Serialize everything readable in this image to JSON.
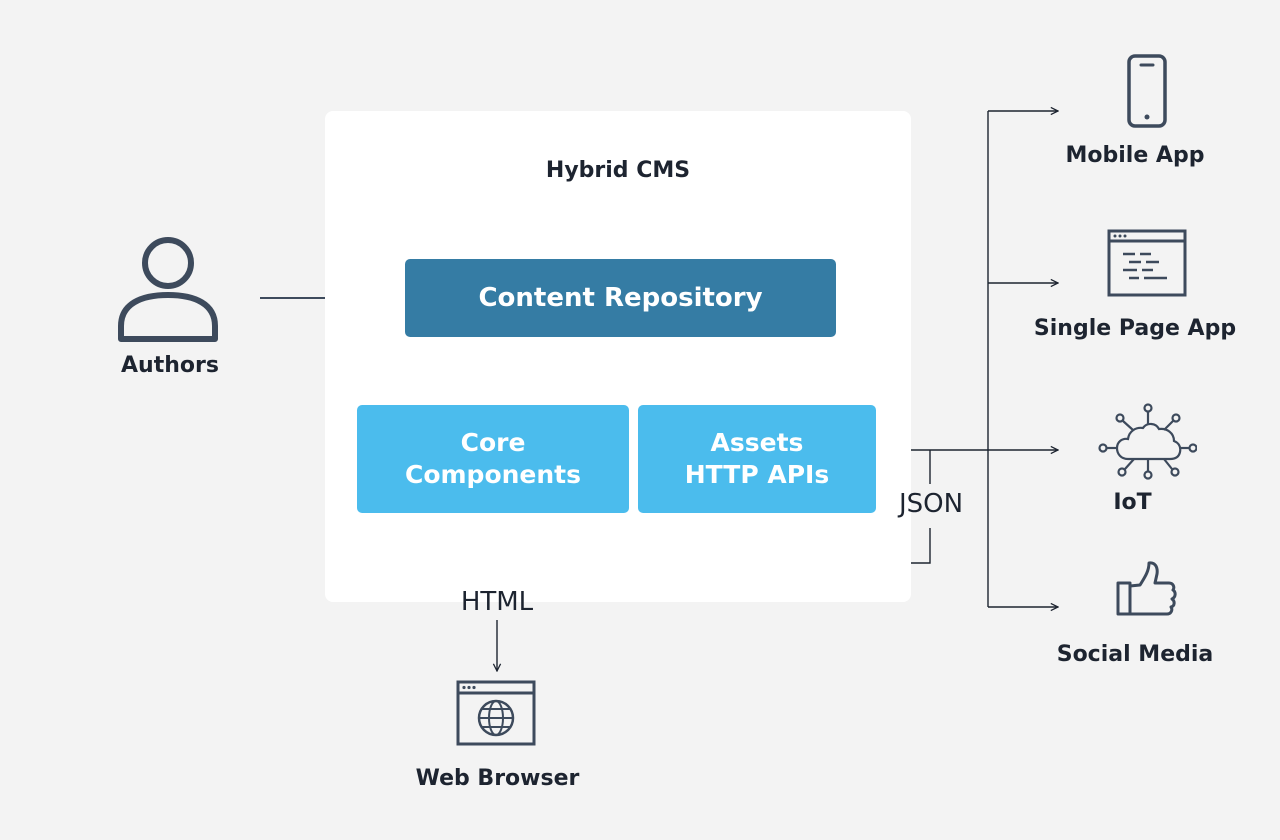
{
  "diagram": {
    "panel_title": "Hybrid CMS",
    "repository": "Content Repository",
    "core_line1": "Core",
    "core_line2": "Components",
    "assets_line1": "Assets",
    "assets_line2": "HTTP APIs",
    "html_label": "HTML",
    "json_label": "JSON",
    "authors": "Authors",
    "web_browser": "Web Browser",
    "channels": {
      "mobile": "Mobile App",
      "spa": "Single Page App",
      "iot": "IoT",
      "social": "Social Media"
    },
    "colors": {
      "repository": "#357ca4",
      "components": "#4bbced",
      "icon": "#3d4a5c",
      "background": "#f3f3f3"
    },
    "icons": {
      "authors": "person-icon",
      "browser": "globe-browser-icon",
      "mobile": "smartphone-icon",
      "spa": "code-window-icon",
      "iot": "cloud-network-icon",
      "social": "thumbs-up-icon"
    }
  }
}
